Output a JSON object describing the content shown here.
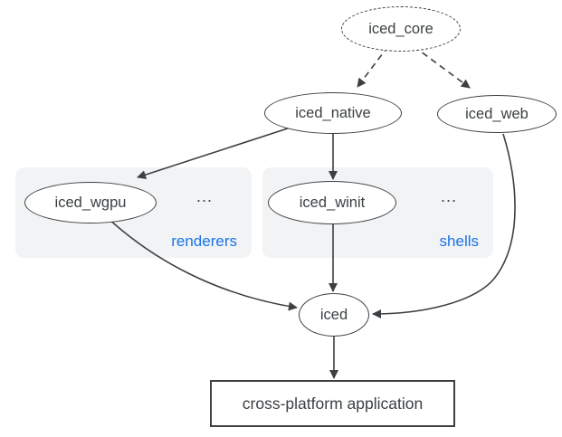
{
  "diagram": {
    "nodes": {
      "iced_core": {
        "label": "iced_core"
      },
      "iced_native": {
        "label": "iced_native"
      },
      "iced_web": {
        "label": "iced_web"
      },
      "iced_wgpu": {
        "label": "iced_wgpu"
      },
      "iced_winit": {
        "label": "iced_winit"
      },
      "iced": {
        "label": "iced"
      },
      "application": {
        "label": "cross-platform application"
      }
    },
    "groups": {
      "renderers": {
        "label": "renderers",
        "ellipsis": "..."
      },
      "shells": {
        "label": "shells",
        "ellipsis": "..."
      }
    },
    "edges": [
      {
        "from": "iced_core",
        "to": "iced_native",
        "style": "dashed"
      },
      {
        "from": "iced_core",
        "to": "iced_web",
        "style": "dashed"
      },
      {
        "from": "iced_native",
        "to": "iced_wgpu",
        "style": "solid"
      },
      {
        "from": "iced_native",
        "to": "iced_winit",
        "style": "solid"
      },
      {
        "from": "iced_wgpu",
        "to": "iced",
        "style": "solid"
      },
      {
        "from": "iced_winit",
        "to": "iced",
        "style": "solid"
      },
      {
        "from": "iced_web",
        "to": "iced",
        "style": "solid"
      },
      {
        "from": "iced",
        "to": "application",
        "style": "solid"
      }
    ],
    "colors": {
      "stroke": "#3c4043",
      "text": "#3c4043",
      "group_label": "#1a73e8",
      "group_background": "#f1f3f4",
      "node_background": "#ffffff",
      "canvas_background": "#ffffff"
    }
  }
}
